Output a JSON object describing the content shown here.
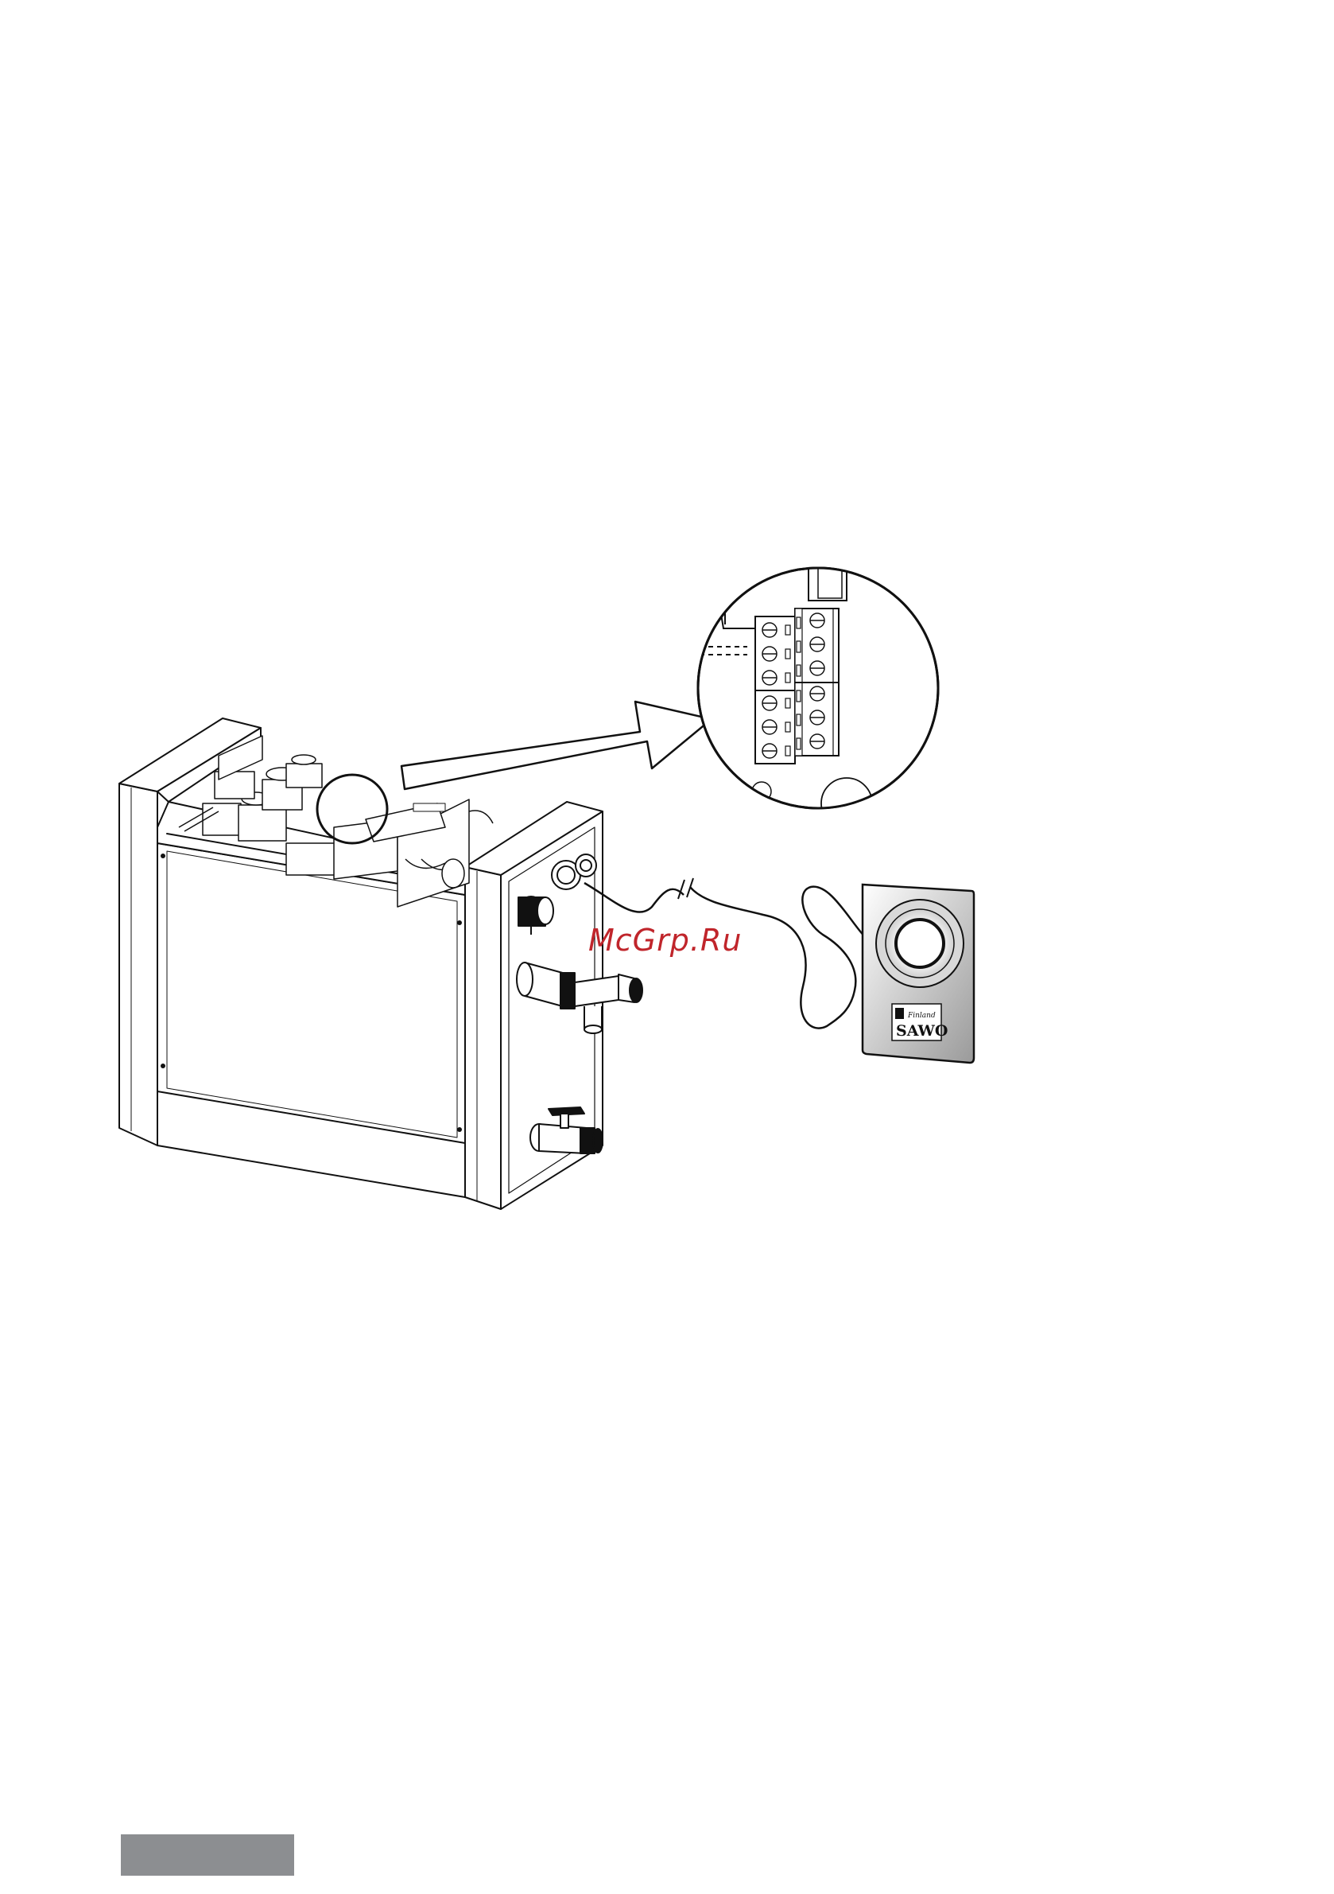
{
  "watermark": {
    "text": "McGrp.Ru"
  },
  "control_panel": {
    "brand": "SAWO",
    "brand_sub": "Finland"
  },
  "colors": {
    "watermark": "#c0252b",
    "page_tab": "#8c8e91",
    "line": "#111111",
    "panel_gradient_start": "#ffffff",
    "panel_gradient_end": "#9a9a9a"
  },
  "icons": [
    "steam-generator",
    "terminal-block",
    "callout-arrow",
    "control-panel"
  ]
}
